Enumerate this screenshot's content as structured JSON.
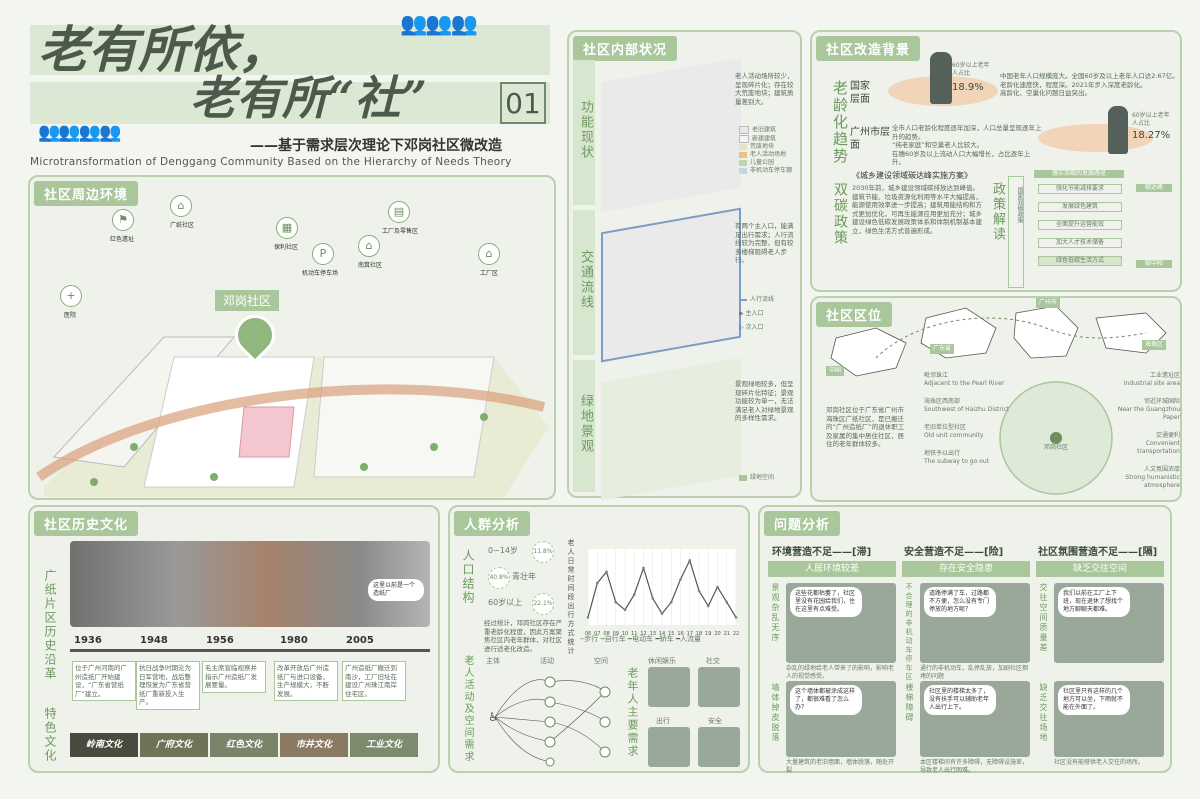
{
  "header": {
    "title_line1": "老有所依，",
    "title_line2": "老有所“社”",
    "number": "01",
    "subtitle": "——基于需求层次理论下邓岗社区微改造",
    "subtitle_en": "Microtransformation of Denggang Community Based on the Hierarchy of Needs Theory"
  },
  "surroundings": {
    "title": "社区周边环境",
    "community_name": "邓岗社区",
    "pois": [
      {
        "label": "医院"
      },
      {
        "label": "红色遗址"
      },
      {
        "label": "广纸社区"
      },
      {
        "label": "保利社区"
      },
      {
        "label": "机动车停车场"
      },
      {
        "label": "南箕社区"
      },
      {
        "label": "工厂及零售区"
      },
      {
        "label": "工厂区"
      }
    ]
  },
  "internal": {
    "title": "社区内部状况",
    "sections": [
      {
        "label": "功能现状",
        "text": "老人活动场所较少，呈现碎片化；存在较大荒废地块；建筑质量差别大。",
        "legend": [
          {
            "name": "老旧建筑",
            "color": "#e8e8e8"
          },
          {
            "name": "新建建筑",
            "color": "#f5f5f5"
          },
          {
            "name": "荒废地块",
            "color": "#e6e2c9"
          },
          {
            "name": "老人活动场地",
            "color": "#e8c38a"
          },
          {
            "name": "儿童公园",
            "color": "#b9d7a8"
          },
          {
            "name": "非机动车停车棚",
            "color": "#c7d5e8"
          }
        ]
      },
      {
        "label": "交通流线",
        "text": "有两个主入口，能满足出行需求；人行流线较为完整，但有较多楼梯阻碍老人步行。",
        "legend": [
          {
            "name": "人行流线",
            "color": "#7a9cc7"
          },
          {
            "name": "主入口",
            "color": "#e8b04a"
          },
          {
            "name": "次入口",
            "color": "#e8b04a"
          }
        ]
      },
      {
        "label": "绿地景观",
        "text": "景观绿地较多，但呈现碎片化特征；景观功能较为单一，无法满足老人对绿地景观的多样性需求。",
        "legend": [
          {
            "name": "绿地空间",
            "color": "#a9c79b"
          }
        ]
      }
    ]
  },
  "background": {
    "title": "社区改造背景",
    "aging_label": "老龄化趋势",
    "national": {
      "level": "国家层面",
      "stat_label": "60岁以上老年人占比",
      "stat": "18.9%",
      "points": [
        "中国老年人口规模庞大。全国60岁及以上老年人口达2.67亿。",
        "老龄化速度快，程度深。2021年步入深度老龄化。",
        "高龄化、空巢化问题日益突出。"
      ]
    },
    "city": {
      "level": "广州市层面",
      "stat_label": "60岁以上老年人占比",
      "stat": "18.27%",
      "points": [
        "全市人口老龄化程度逐年加深，人口总量呈现逐年上升的趋势。",
        "“纯老家庭”和空巢老人比较大。",
        "在穗60岁及以上流动人口大幅增长，占比逐年上升。"
      ]
    },
    "carbon_label": "双碳政策",
    "policy_title": "《城乡建设领域碳达峰实施方案》",
    "policy_text": "2030年前，城乡建设领域碳排放达到峰值。建筑节能、垃圾资源化利用等水平大幅提高，能源使用效率进一步提高；建筑用能结构和方式更加优化，可再生能源应用更加充分；城乡建设绿色低碳发展政策体系和体制机制基本建立，绿色生活方式普遍形成。",
    "policy_label": "政策解读",
    "diagram": {
      "left": "国家双碳政策",
      "mid_head": "落实双碳的发展路径",
      "steps": [
        "强化节能减排要求",
        "发展绿色建筑",
        "全面提升运营能效",
        "加大人才技术储备",
        "绿色低碳生活方式"
      ],
      "right_head": "碳达峰",
      "right_foot": "碳中和"
    }
  },
  "location": {
    "title": "社区区位",
    "labels": [
      "中国",
      "广东省",
      "广州市",
      "海珠区"
    ],
    "text": "邓岗社区位于广东省广州市海珠区广纸社区，是已搬迁的“广州造纸厂”的退休职工及家属的集中居住社区，居住的老年群体较多。",
    "ring_labels": [
      {
        "cn": "毗邻珠江",
        "en": "Adjacent to the Pearl River"
      },
      {
        "cn": "海珠区西南部",
        "en": "Southwest of Haizhu District"
      },
      {
        "cn": "老旧单位型社区",
        "en": "Old unit community"
      },
      {
        "cn": "地铁予以出行",
        "en": "The subway to go out"
      },
      {
        "cn": "工业遗址区",
        "en": "Industrial site area"
      },
      {
        "cn": "邻近环城国际",
        "en": "Near the Guangzhou Paper"
      },
      {
        "cn": "交通便利",
        "en": "Convenient transportation"
      },
      {
        "cn": "人文氛围浓厚",
        "en": "Strong humanistic atmosphere"
      }
    ],
    "center": "邓岗社区"
  },
  "history": {
    "title": "社区历史文化",
    "side_label1": "广纸片区历史沿革",
    "side_label2": "特色文化",
    "bubble": "这里以前是一个造纸厂",
    "timeline": [
      {
        "year": "1936",
        "text": "位于广州河南的广州造纸厂开始建设，“广东省营纸厂”建立。"
      },
      {
        "year": "1948",
        "text": "抗日战争时期沦为日军营地，战后整理恢复为广东省营纸厂重新投入生产。"
      },
      {
        "year": "1956",
        "text": "毛主席宣临视察并指示广州造纸厂发展要量。"
      },
      {
        "year": "1980",
        "text": "改革开放后广州造纸厂与进口设备，生产规模大，不断发展。"
      },
      {
        "year": "2005",
        "text": "广州造纸厂搬迁到南沙，工厂旧址在建设广州珠江南岸住宅区。"
      }
    ],
    "cultures": [
      "岭南文化",
      "广府文化",
      "红色文化",
      "市井文化",
      "工业文化"
    ]
  },
  "crowd": {
    "title": "人群分析",
    "structure_label": "人口结构",
    "ages": [
      {
        "label": "0~14岁",
        "pct": "11.8%"
      },
      {
        "label": "青壮年",
        "pct": "40.8%"
      },
      {
        "label": "60岁以上",
        "pct": "22.1%"
      }
    ],
    "age_caption": "经过统计，邓岗社区存在严重老龄化程度，因此方案聚焦社区内老年群体，对社区进行适老化改造。",
    "activity_label": "老人活动及空间需求",
    "chart_title": "老人日常时间段出行方式统计",
    "legend": [
      "步行",
      "自行车",
      "电动车",
      "轿车",
      "人流量"
    ],
    "activity_cols": [
      "主体",
      "活动",
      "空间"
    ],
    "needs_label": "老年人主要需求",
    "needs": [
      "休闲娱乐",
      "社交",
      "出行",
      "安全"
    ]
  },
  "chart_data": {
    "type": "line",
    "title": "老人日常时间段出行方式统计",
    "x": [
      "06",
      "07",
      "08",
      "09",
      "10",
      "11",
      "12",
      "13",
      "14",
      "15",
      "16",
      "17",
      "18",
      "19",
      "20",
      "21",
      "22"
    ],
    "series": [
      {
        "name": "人流量",
        "values": [
          10,
          55,
          70,
          30,
          20,
          40,
          75,
          35,
          15,
          30,
          60,
          85,
          45,
          25,
          50,
          30,
          10
        ]
      }
    ],
    "ylim": [
      0,
      100
    ]
  },
  "issues": {
    "title": "问题分析",
    "columns": [
      {
        "head": "环境营造不足——[滞]",
        "sub": "人居环境较差",
        "items": [
          {
            "label": "景观杂乱无序",
            "bubble": "这些花都枯萎了，社区里没有花园给我们，住在这里有点难受。",
            "caption": "杂乱的绿地给老人带来了的影响，影响老人的视觉感受。"
          },
          {
            "label": "墙体掉皮脱落",
            "bubble": "这个墙体都被涂成这样了，都很难看了怎么办？",
            "caption": "大量建筑的老旧墙面，墙体脱落，随处开裂"
          }
        ]
      },
      {
        "head": "安全营造不足——[险]",
        "sub": "存在安全隐患",
        "items": [
          {
            "label": "不合理的非机动车停车区",
            "bubble": "道路停满了车，过路都不方便，怎么没有专门停放的地方呢？",
            "caption": "通行的非机动车，乱停乱放，加剧社区拥堵的问题"
          },
          {
            "label": "楼梯障碍",
            "bubble": "社区里的楼梯太多了，没有扶手可以辅助老年人出行上下。",
            "caption": "本区楼梯间有许多障碍，无障碍设施差，导致老人出行困难。"
          }
        ]
      },
      {
        "head": "社区氛围营造不足——[隔]",
        "sub": "缺乏交往空间",
        "items": [
          {
            "label": "交往空间质量差",
            "bubble": "我们以前在工厂上下班，现在退休了想找个地方聊聊天都难。",
            "caption": ""
          },
          {
            "label": "缺乏交往场地",
            "bubble": "社区里只有这样的几个地方可以坐，下雨就不能在外面了。",
            "caption": "社区没有能够供老人交往的场所。"
          }
        ]
      }
    ]
  }
}
